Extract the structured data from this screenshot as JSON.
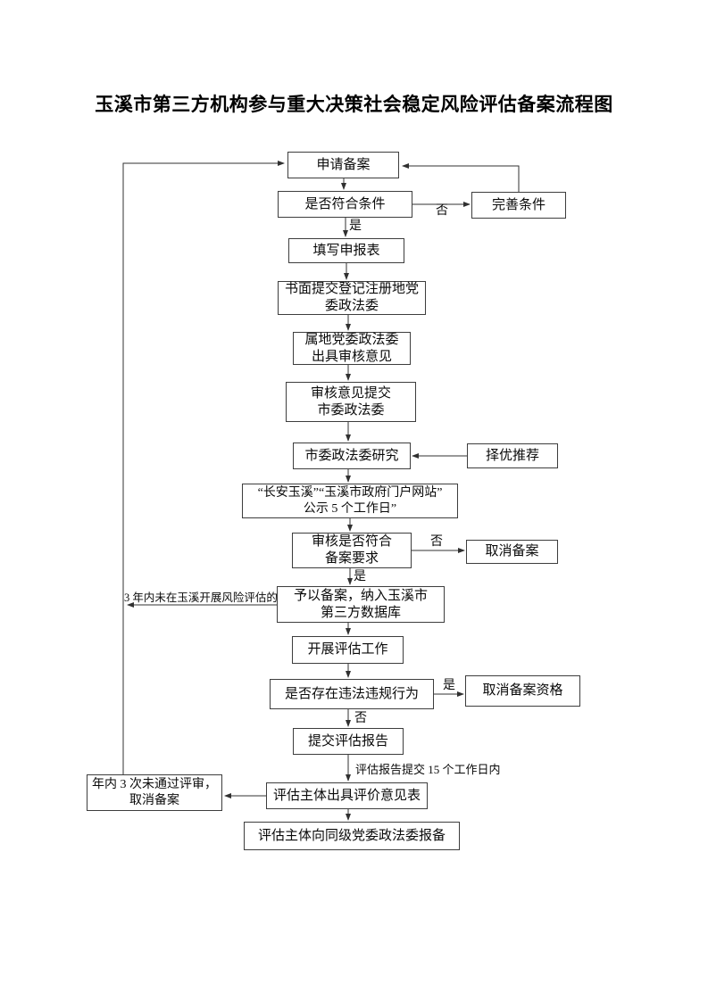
{
  "title": "玉溪市第三方机构参与重大决策社会稳定风险评估备案流程图",
  "flowchart": {
    "nodes": {
      "apply": "申请备案",
      "check": "是否符合条件",
      "improve": "完善条件",
      "fill_form": "填写申报表",
      "written_submit": "书面提交登记注册地党\n委政法委",
      "local_opinion": "属地党委政法委\n出具审核意见",
      "submit_opinion": "审核意见提交\n市委政法委",
      "municipal_research": "市委政法委研究",
      "recommend": "择优推荐",
      "publicity": "“长安玉溪”“玉溪市政府门户网站”\n公示 5 个工作日”",
      "audit_check": "审核是否符合\n备案要求",
      "cancel_filing": "取消备案",
      "grant_filing": "予以备案，纳入玉溪市\n第三方数据库",
      "conduct_assessment": "开展评估工作",
      "violation_check": "是否存在违法违规行为",
      "cancel_qualification": "取消备案资格",
      "submit_report": "提交评估报告",
      "evaluation_form": "评估主体出具评价意见表",
      "cancel_three_times": "年内 3 次未通过评审，\n取消备案",
      "report_to_committee": "评估主体向同级党委政法委报备"
    },
    "edge_labels": {
      "no": "否",
      "yes": "是",
      "no_assessment_3_years": "3 年内未在玉溪开展风险评估的",
      "report_within_15_days": "评估报告提交 15 个工作日内"
    }
  }
}
